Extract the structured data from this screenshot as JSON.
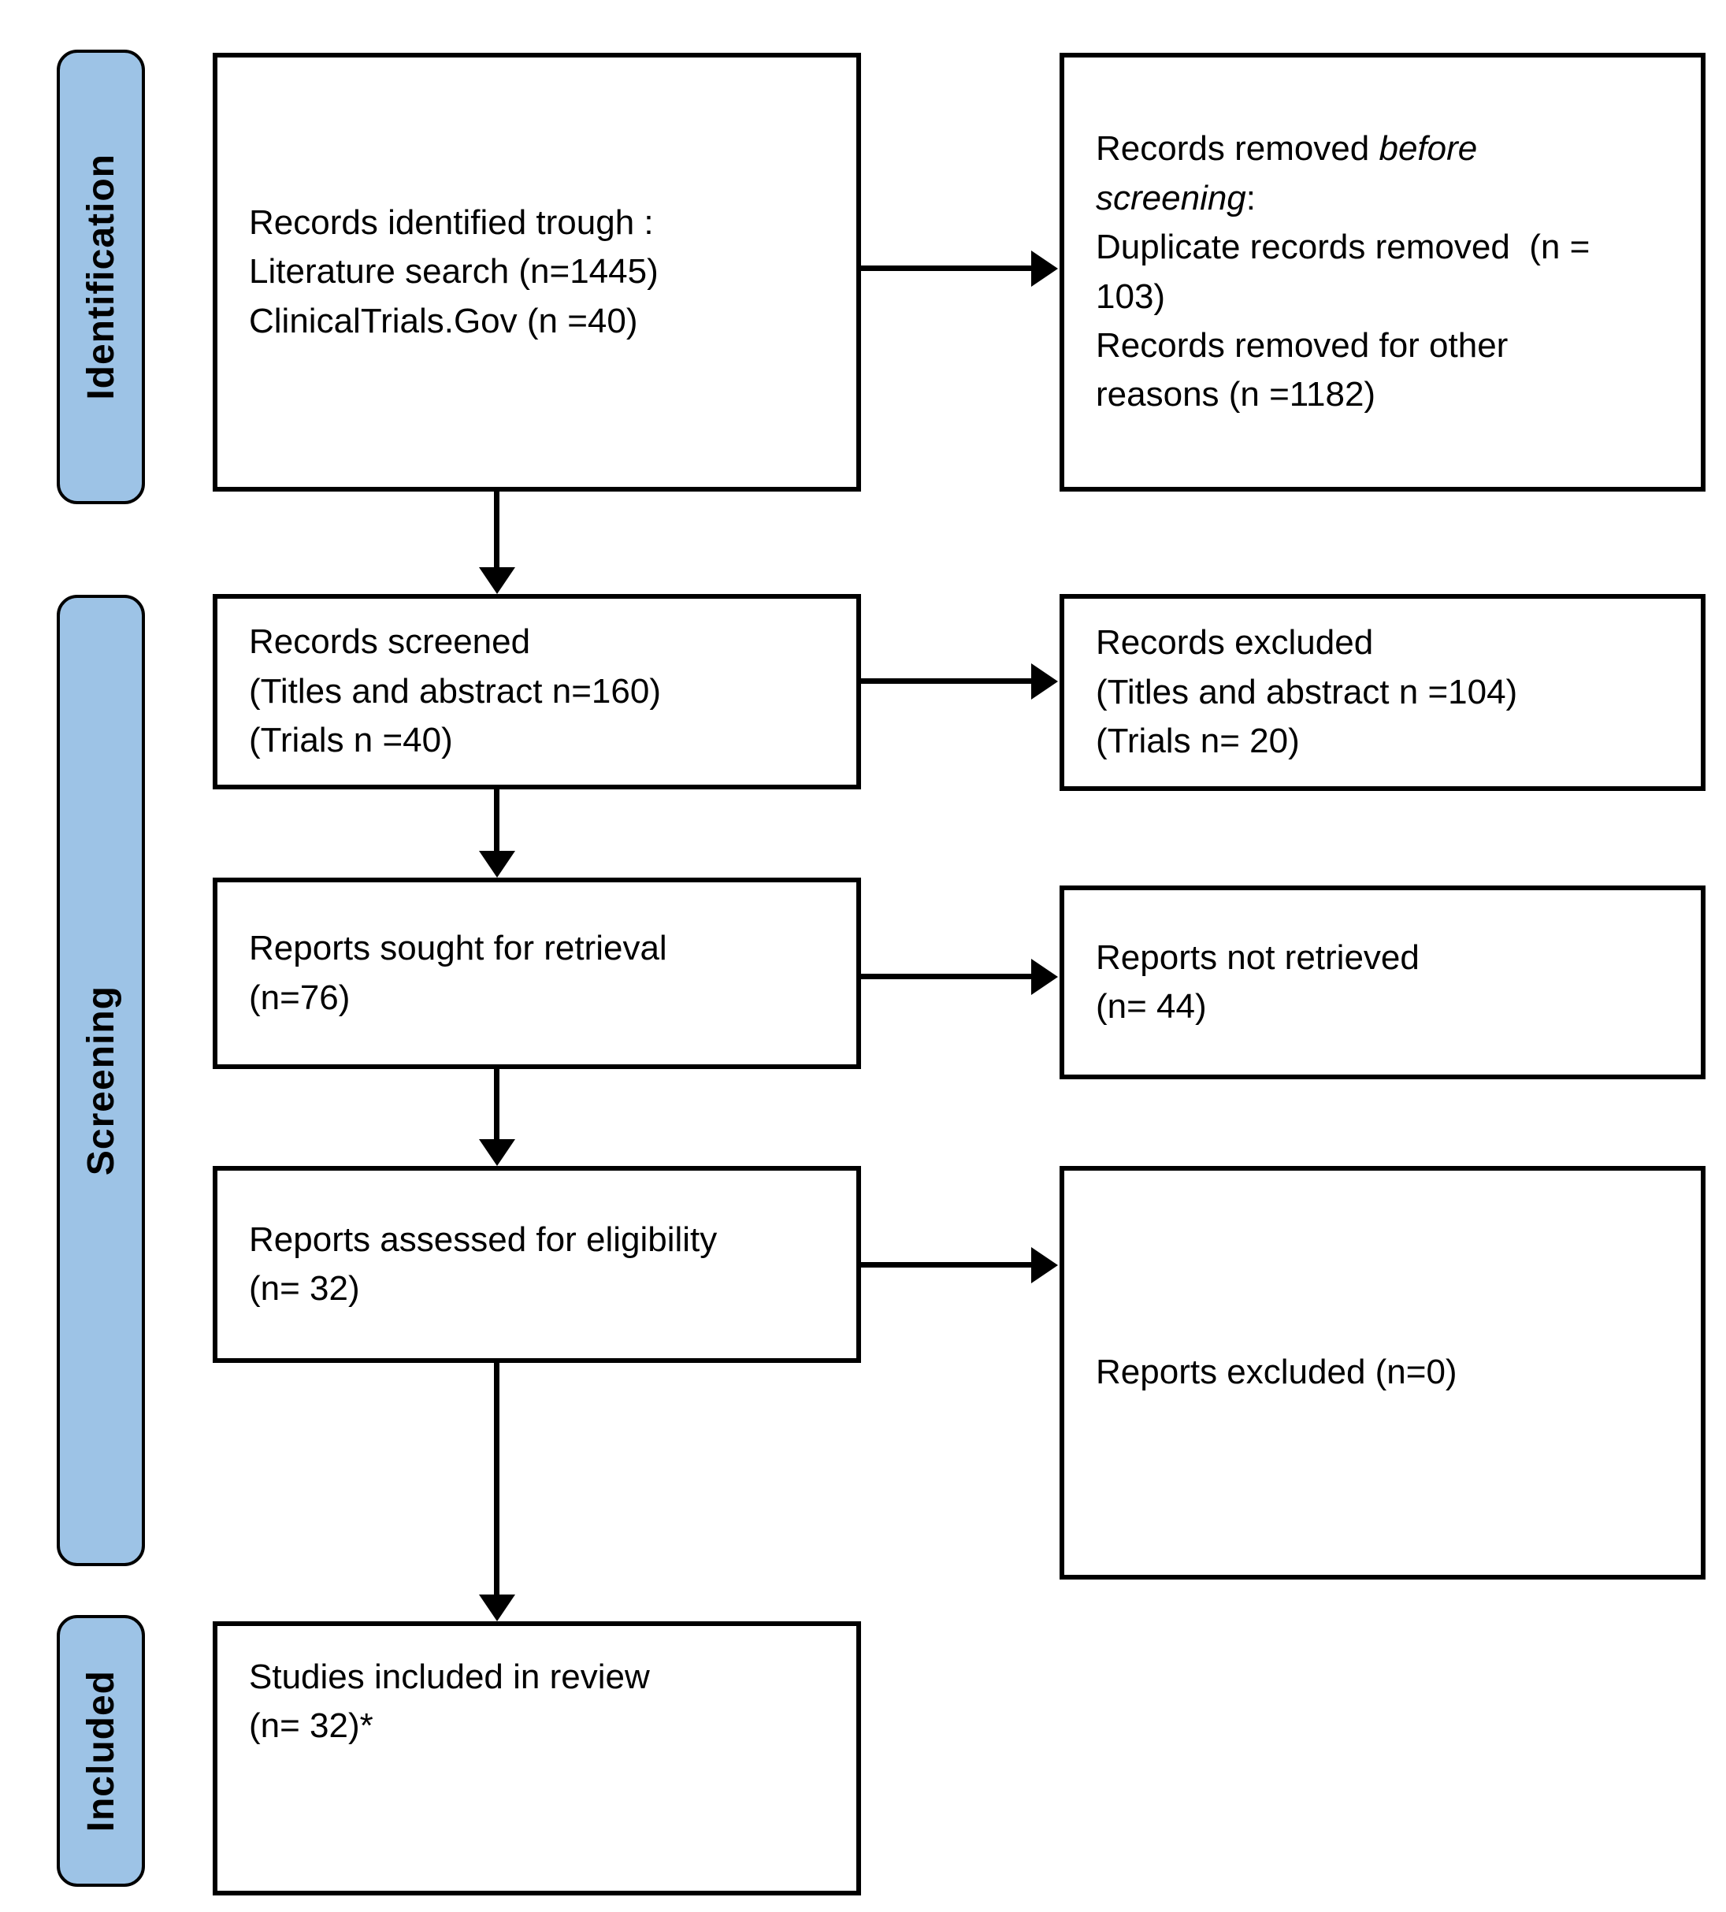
{
  "sidebar": {
    "identification": "Identification",
    "screening": "Screening",
    "included": "Included"
  },
  "boxes": {
    "identified": {
      "lines": [
        "Records identified trough :",
        "Literature search (n=1445)",
        "ClinicalTrials.Gov (n =40)"
      ]
    },
    "removed_before_screening": {
      "l1_normal": "Records removed ",
      "l1_italic": "before",
      "l2_italic": "screening",
      "l2_normal": ":",
      "lines": [
        "Duplicate records removed  (n =",
        "103)",
        "Records removed for other",
        "reasons (n =1182)"
      ]
    },
    "screened": {
      "lines": [
        "Records screened",
        "(Titles and abstract n=160)",
        "(Trials n =40)"
      ]
    },
    "records_excluded": {
      "lines": [
        "Records excluded",
        "(Titles and abstract n =104)",
        "(Trials n= 20)"
      ]
    },
    "sought": {
      "lines": [
        "Reports sought for retrieval",
        "(n=76)"
      ]
    },
    "not_retrieved": {
      "lines": [
        "Reports not retrieved",
        "(n= 44)"
      ]
    },
    "assessed": {
      "lines": [
        "Reports assessed for eligibility",
        "(n= 32)"
      ]
    },
    "reports_excluded": {
      "lines": [
        "Reports excluded (n=0)"
      ]
    },
    "included_studies": {
      "lines": [
        "Studies included in review",
        "(n= 32)*"
      ]
    }
  },
  "colors": {
    "sidebar_fill": "#9DC3E6",
    "border": "#000000",
    "box_background": "#FFFFFF",
    "text": "#000000"
  }
}
